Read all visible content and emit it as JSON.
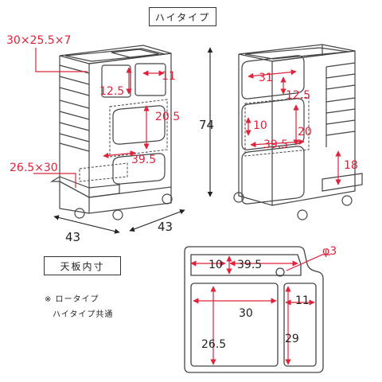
{
  "title_badge": "ハイタイプ",
  "top_inner_badge": "天板内寸",
  "note_line1": "※ ロータイプ",
  "note_line2": "ハイタイプ共通",
  "colors": {
    "dimension_red": "#e0233a",
    "outline": "#444444",
    "text_black": "#222222"
  },
  "dims": {
    "top_tray": "30×25.5×7",
    "drawer_height": "12.5",
    "drawer_width": "11",
    "shelf_height": "20.5",
    "shelf_depth": "39.5",
    "bottom_tray": "26.5×30",
    "depth": "43",
    "width": "43",
    "height": "74",
    "back_upper_width": "31",
    "back_upper_height": "12.5",
    "back_mid_width_small": "10",
    "back_mid_depth": "39.5",
    "back_mid_height": "20",
    "back_lower_height": "18",
    "tray_top_small": "10",
    "tray_top_long": "39.5",
    "hole_diameter": "φ3",
    "tray_main_width": "30",
    "tray_main_depth": "26.5",
    "tray_side_width": "11",
    "tray_side_depth": "29"
  }
}
